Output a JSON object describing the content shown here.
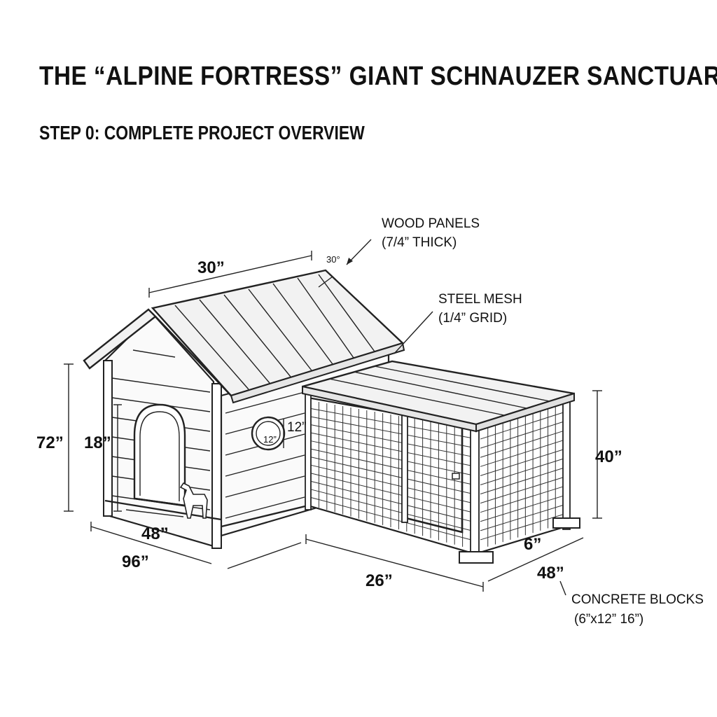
{
  "title": "THE “ALPINE FORTRESS” GIANT SCHNAUZER SANCTUARY",
  "subtitle": "STEP 0: COMPLETE PROJECT OVERVIEW",
  "callouts": {
    "wood_panels_line1": "WOOD PANELS",
    "wood_panels_line2": "(7/4” THICK)",
    "steel_mesh_line1": "STEEL MESH",
    "steel_mesh_line2": "(1/4” GRID)",
    "concrete_line1": "CONCRETE BLOCKS",
    "concrete_line2": "(6”x12” 16”)"
  },
  "dimensions": {
    "roof_length": "30”",
    "roof_pitch": "30°",
    "height_total": "72”",
    "door_height": "18”",
    "window_outer": "12”",
    "window_inner": "12”",
    "door_width": "48”",
    "house_length": "96”",
    "run_length": "26”",
    "run_height": "40”",
    "block_height": "6”",
    "run_width": "48”"
  }
}
